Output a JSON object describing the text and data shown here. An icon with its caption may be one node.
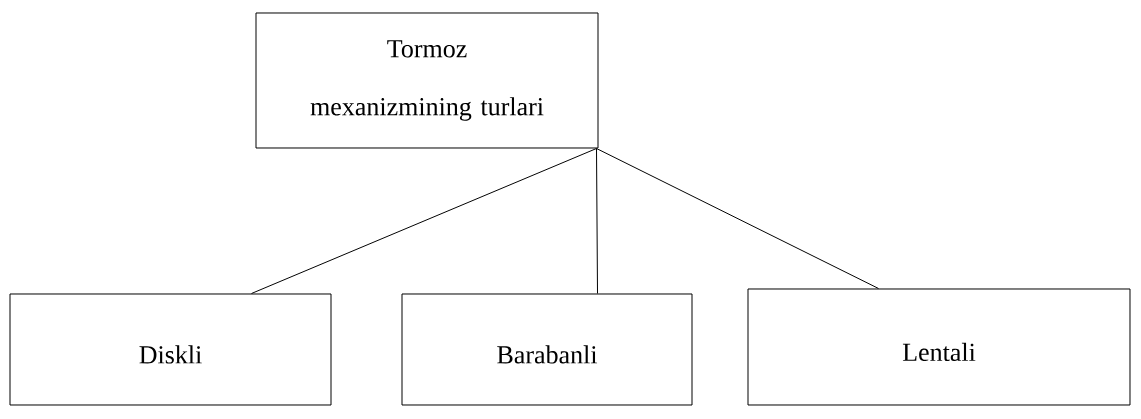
{
  "diagram": {
    "nodes": [
      {
        "text": [
          "Tormoz mexanizmining turlari"
        ]
      },
      {
        "text": [
          "Diskli"
        ]
      },
      {
        "text": [
          "Barabanli"
        ]
      },
      {
        "text": [
          "Lentali"
        ]
      }
    ],
    "edges": [
      {
        "from": 0,
        "to": 1,
        "arrow": "none"
      },
      {
        "from": 0,
        "to": 2,
        "arrow": "none"
      },
      {
        "from": 0,
        "to": 3,
        "arrow": "none"
      }
    ]
  }
}
